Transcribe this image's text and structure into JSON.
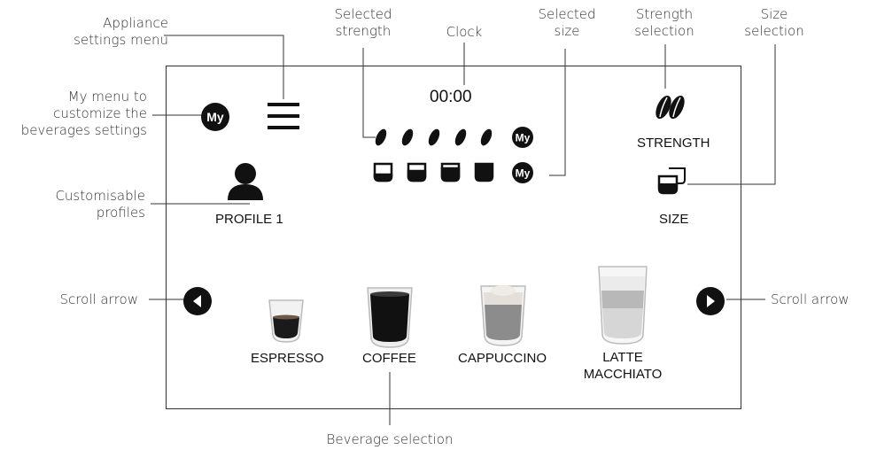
{
  "callouts": {
    "appliance_settings": "Appliance\nsettings menu",
    "selected_strength": "Selected\nstrength",
    "clock": "Clock",
    "selected_size": "Selected\nsize",
    "strength_selection": "Strength\nselection",
    "size_selection": "Size\nselection",
    "my_menu": "My menu to\ncustomize the\nbeverages settings",
    "profiles": "Customisable\nprofiles",
    "scroll_left": "Scroll arrow",
    "scroll_right": "Scroll arrow",
    "beverage_selection": "Beverage selection"
  },
  "screen": {
    "clock": "00:00",
    "my_label": "My",
    "strength_label": "STRENGTH",
    "size_label": "SIZE",
    "profile_label": "PROFILE 1",
    "strength_level": 5,
    "size_level": 4,
    "beverages": [
      "ESPRESSO",
      "COFFEE",
      "CAPPUCCINO",
      "LATTE\nMACCHIATO"
    ]
  },
  "colors": {
    "ink": "#111111",
    "line": "#333333"
  }
}
